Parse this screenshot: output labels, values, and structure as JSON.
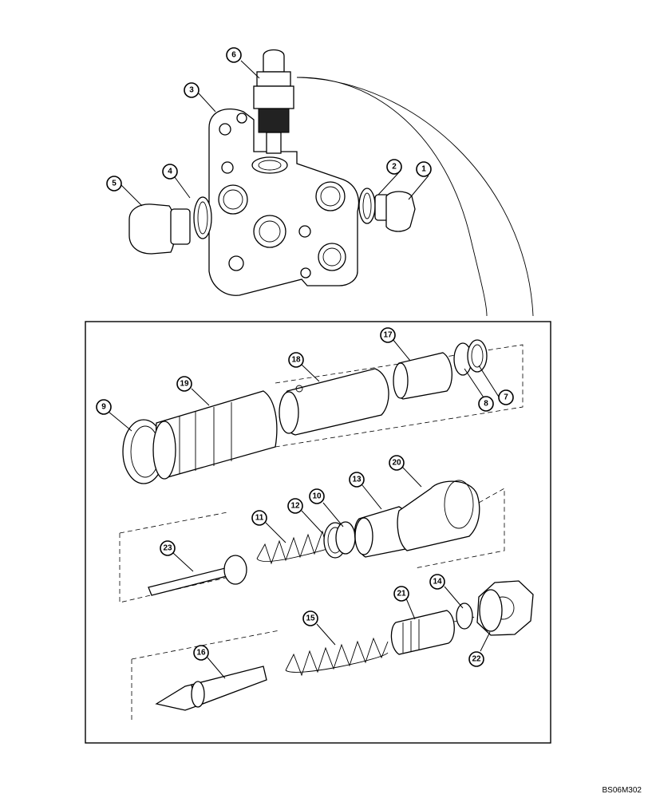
{
  "callouts": [
    {
      "id": "1",
      "label": "1"
    },
    {
      "id": "2",
      "label": "2"
    },
    {
      "id": "3",
      "label": "3"
    },
    {
      "id": "4",
      "label": "4"
    },
    {
      "id": "5",
      "label": "5"
    },
    {
      "id": "6",
      "label": "6"
    },
    {
      "id": "7",
      "label": "7"
    },
    {
      "id": "8",
      "label": "8"
    },
    {
      "id": "9",
      "label": "9"
    },
    {
      "id": "10",
      "label": "10"
    },
    {
      "id": "11",
      "label": "11"
    },
    {
      "id": "12",
      "label": "12"
    },
    {
      "id": "13",
      "label": "13"
    },
    {
      "id": "14",
      "label": "14"
    },
    {
      "id": "15",
      "label": "15"
    },
    {
      "id": "16",
      "label": "16"
    },
    {
      "id": "17",
      "label": "17"
    },
    {
      "id": "18",
      "label": "18"
    },
    {
      "id": "19",
      "label": "19"
    },
    {
      "id": "20",
      "label": "20"
    },
    {
      "id": "21",
      "label": "21"
    },
    {
      "id": "22",
      "label": "22"
    },
    {
      "id": "23",
      "label": "23"
    }
  ],
  "reference_code": "BS06M302"
}
